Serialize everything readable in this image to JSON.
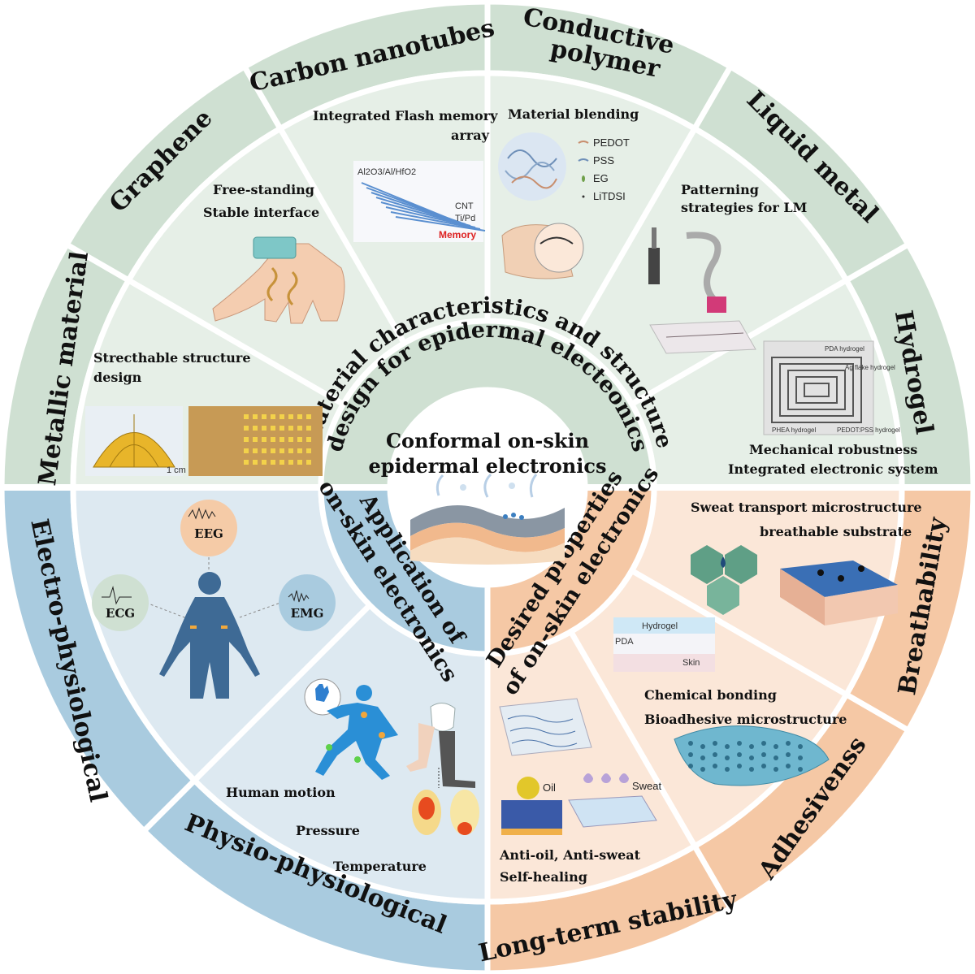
{
  "center": {
    "line1": "Conformal on-skin",
    "line2": "epidermal electronics"
  },
  "middle_ring": {
    "materials": {
      "line1": "Material characteristics and structure",
      "line2": "design for epidermal electeonics"
    },
    "application": {
      "line1": "Application of",
      "line2": "on-skin electronics"
    },
    "properties": {
      "line1": "Desired properties",
      "line2": "of on-skin electronics"
    }
  },
  "outer_ring": {
    "metallic": "Metallic material",
    "graphene": "Graphene",
    "cnt": "Carbon nanotubes",
    "polymer_1": "Conductive",
    "polymer_2": "polymer",
    "liquid_metal": "Liquid metal",
    "hydrogel": "Hydrogel",
    "breathability": "Breathability",
    "adhesiveness": "Adhesivenss",
    "stability": "Long-term stability",
    "physio": "Physio-physiological",
    "electro": "Electro-physiological"
  },
  "captions": {
    "metallic_1": "Strecthable structure",
    "metallic_2": "design",
    "graphene_1": "Free-standing",
    "graphene_2": "Stable interface",
    "cnt_1": "Integrated Flash memory",
    "cnt_2": "array",
    "polymer": "Material blending",
    "lm_1": "Patterning",
    "lm_2": "strategies for  LM",
    "hydrogel_1": "Mechanical robustness",
    "hydrogel_2": "Integrated electronic system",
    "breath_1": "Sweat transport microstructure",
    "breath_2": "breathable substrate",
    "adhesive_1": "Chemical bonding",
    "adhesive_2": "Bioadhesive microstructure",
    "stability_1": "Anti-oil, Anti-sweat",
    "stability_2": "Self-healing",
    "physio_1": "Human motion",
    "physio_2": "Pressure",
    "physio_3": "Temperature"
  },
  "figure_labels": {
    "scale": "1 cm",
    "stack": "Al2O3/Al/HfO2",
    "cnt": "CNT",
    "tipd": "Ti/Pd",
    "memory": "Memory",
    "legend": [
      "PEDOT",
      "PSS",
      "EG",
      "LiTDSI"
    ],
    "pda_hydrogel": "PDA hydrogel",
    "ag_flake": "Ag flake hydrogel",
    "phea": "PHEA hydrogel",
    "pedot_pss": "PEDOT:PSS hydrogel",
    "hydrogel_layer": "Hydrogel",
    "pda": "PDA",
    "skin": "Skin",
    "oil": "Oil",
    "sweat": "Sweat",
    "eeg": "EEG",
    "ecg": "ECG",
    "emg": "EMG"
  },
  "colors": {
    "green_outer": "#cfe0d2",
    "green_inner": "#e6efe7",
    "blue_outer": "#a9cbdf",
    "blue_inner": "#dde9f1",
    "orange_outer": "#f5c8a5",
    "orange_inner": "#fbe7d8",
    "divider": "#ffffff"
  }
}
